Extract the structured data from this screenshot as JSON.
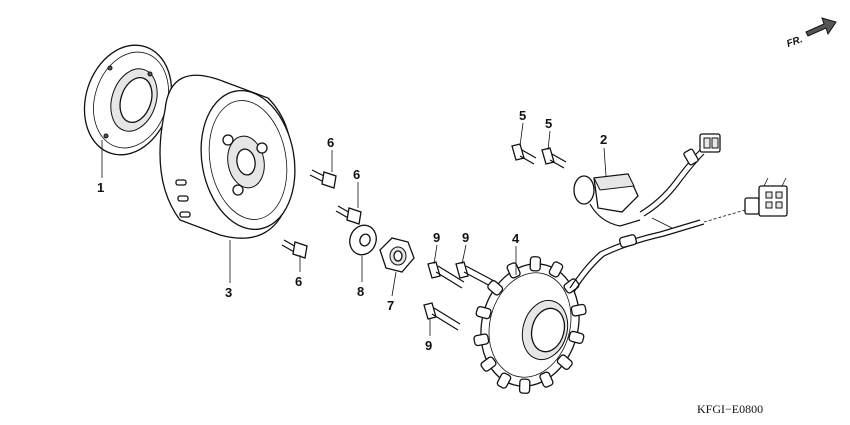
{
  "diagram": {
    "direction_label": "FR.",
    "drawing_code": "KFGI−E0800",
    "callouts": [
      {
        "id": "c1",
        "label": "1"
      },
      {
        "id": "c2",
        "label": "2"
      },
      {
        "id": "c3",
        "label": "3"
      },
      {
        "id": "c4",
        "label": "4"
      },
      {
        "id": "c5a",
        "label": "5"
      },
      {
        "id": "c5b",
        "label": "5"
      },
      {
        "id": "c6a",
        "label": "6"
      },
      {
        "id": "c6b",
        "label": "6"
      },
      {
        "id": "c6c",
        "label": "6"
      },
      {
        "id": "c7",
        "label": "7"
      },
      {
        "id": "c8",
        "label": "8"
      },
      {
        "id": "c9a",
        "label": "9"
      },
      {
        "id": "c9b",
        "label": "9"
      },
      {
        "id": "c9c",
        "label": "9"
      }
    ]
  }
}
